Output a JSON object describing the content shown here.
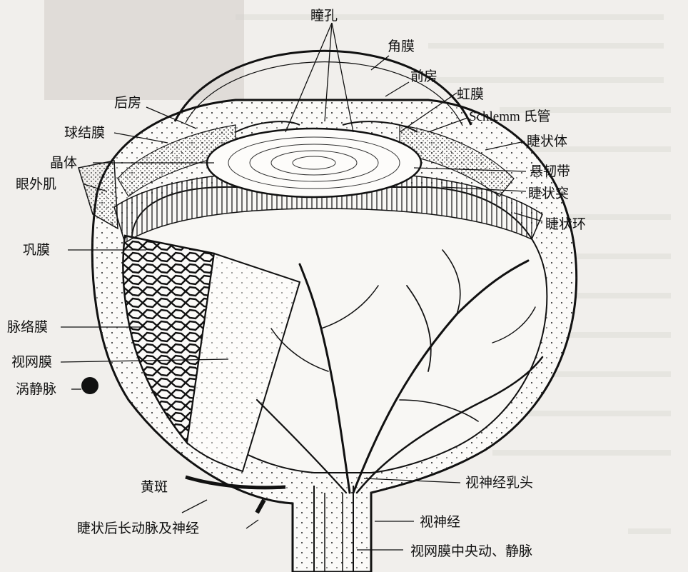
{
  "labels": {
    "pupil": "瞳孔",
    "cornea": "角膜",
    "anterior_chamber": "前房",
    "iris": "虹膜",
    "schlemm_canal": "Schlemm 氏管",
    "ciliary_body": "睫状体",
    "zonule": "悬韧带",
    "ciliary_process": "睫状突",
    "ciliary_ring": "睫状环",
    "posterior_chamber": "后房",
    "conjunctiva": "球结膜",
    "lens": "晶体",
    "extraocular_muscle": "眼外肌",
    "sclera": "巩膜",
    "choroid": "脉络膜",
    "retina": "视网膜",
    "vortex_vein": "涡静脉",
    "optic_papilla": "视神经乳头",
    "macula": "黄斑",
    "long_ciliary_artery_nerve": "睫状后长动脉及神经",
    "optic_nerve": "视神经",
    "central_retinal_vessels": "视网膜中央动、静脉"
  },
  "colors": {
    "background": "#f1efec",
    "ink": "#1a1a1a",
    "faded_text": "#bdb9b4"
  }
}
